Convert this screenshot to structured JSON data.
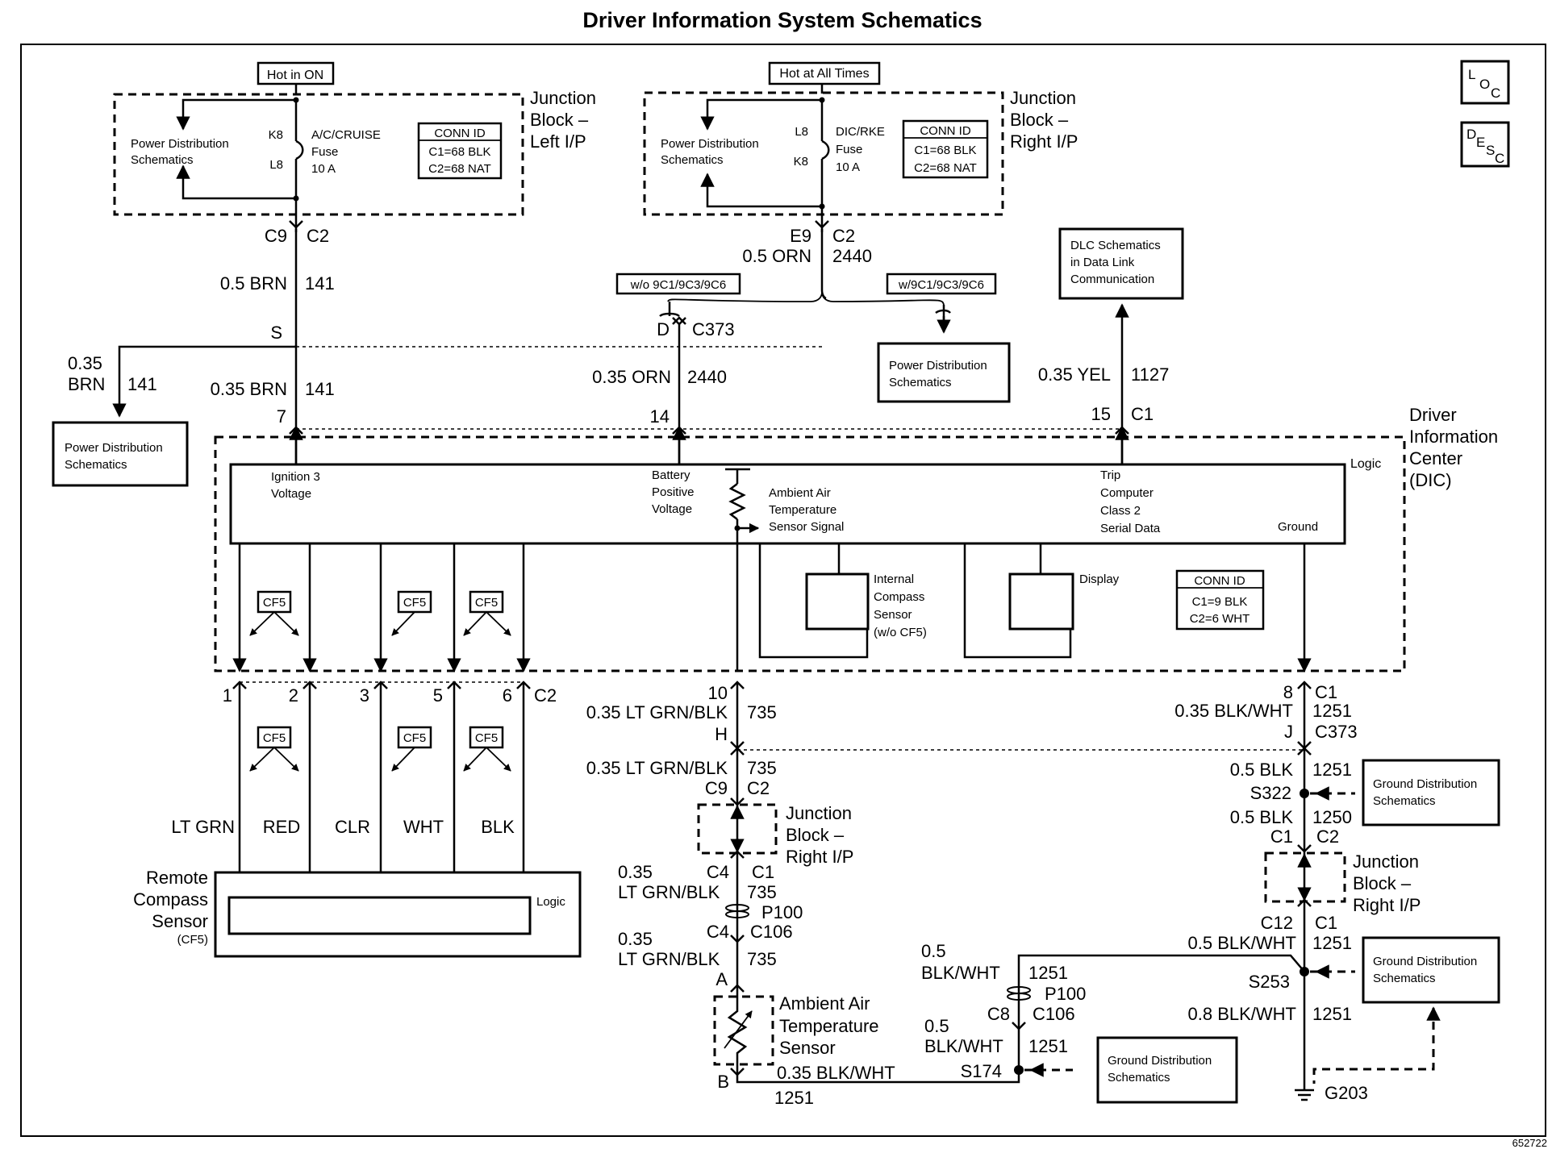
{
  "title": "Driver Information System Schematics",
  "figure_id": "652722",
  "side_buttons": {
    "loc": [
      "L",
      "O",
      "C"
    ],
    "desc": [
      "D",
      "E",
      "S",
      "C"
    ]
  },
  "junction_left": {
    "tag": "Hot in ON",
    "title": [
      "Junction",
      "Block –",
      "Left I/P"
    ],
    "pds": [
      "Power Distribution",
      "Schematics"
    ],
    "pin_top": "K8",
    "pin_bottom": "L8",
    "fuse": [
      "A/C/CRUISE",
      "Fuse",
      "10 A"
    ],
    "conn": [
      "CONN ID",
      "C1=68 BLK",
      "C2=68 NAT"
    ]
  },
  "junction_right": {
    "tag": "Hot at All Times",
    "title": [
      "Junction",
      "Block –",
      "Right I/P"
    ],
    "pds": [
      "Power Distribution",
      "Schematics"
    ],
    "pin_top": "L8",
    "pin_bottom": "K8",
    "fuse": [
      "DIC/RKE",
      "Fuse",
      "10 A"
    ],
    "conn": [
      "CONN ID",
      "C1=68 BLK",
      "C2=68 NAT"
    ]
  },
  "wire_141": {
    "conn": "C9",
    "conn2": "C2",
    "gauge": "0.5 BRN",
    "circuit": "141",
    "splice": "S",
    "branch_gauge": [
      "0.35",
      "BRN"
    ],
    "branch_circuit": "141",
    "gauge2": "0.35 BRN",
    "circuit2": "141",
    "pin": "7",
    "pds": [
      "Power Distribution",
      "Schematics"
    ]
  },
  "wire_2440": {
    "conn": "E9",
    "conn2": "C2",
    "gauge": "0.5 ORN",
    "circuit": "2440",
    "opt_without": "w/o 9C1/9C3/9C6",
    "opt_with": "w/9C1/9C3/9C6",
    "c373_pin": "D",
    "c373": "C373",
    "gauge2": "0.35 ORN",
    "circuit2": "2440",
    "pin": "14",
    "pds": [
      "Power Distribution",
      "Schematics"
    ]
  },
  "wire_1127": {
    "dlc": [
      "DLC Schematics",
      "in Data Link",
      "Communication"
    ],
    "gauge": "0.35 YEL",
    "circuit": "1127",
    "pin": "15",
    "conn": "C1"
  },
  "dic": {
    "title": [
      "Driver",
      "Information",
      "Center",
      "(DIC)"
    ],
    "logic": "Logic",
    "ign": [
      "Ignition 3",
      "Voltage"
    ],
    "batt": [
      "Battery",
      "Positive",
      "Voltage"
    ],
    "ambient": [
      "Ambient Air",
      "Temperature",
      "Sensor Signal"
    ],
    "trip": [
      "Trip",
      "Computer",
      "Class 2",
      "Serial Data"
    ],
    "ground": "Ground",
    "compass": [
      "Internal",
      "Compass",
      "Sensor",
      "(w/o CF5)"
    ],
    "display": "Display",
    "conn": [
      "CONN ID",
      "C1=9 BLK",
      "C2=6 WHT"
    ],
    "cf5": "CF5"
  },
  "compass_wires": {
    "pins": [
      "1",
      "2",
      "3",
      "5",
      "6"
    ],
    "conn": "C2",
    "colors": [
      "LT GRN",
      "RED",
      "CLR",
      "WHT",
      "BLK"
    ],
    "cf5": "CF5"
  },
  "remote_compass": {
    "title": [
      "Remote",
      "Compass",
      "Sensor"
    ],
    "cf5": "(CF5)",
    "logic": "Logic"
  },
  "wire_735": {
    "pin": "10",
    "gauge": "0.35 LT GRN/BLK",
    "circuit": "735",
    "c373_pin": "H",
    "gauge2": "0.35 LT GRN/BLK",
    "circuit2": "735",
    "conn": "C9",
    "conn2": "C2",
    "jb": [
      "Junction",
      "Block –",
      "Right I/P"
    ],
    "gauge3": [
      "0.35",
      "LT GRN/BLK"
    ],
    "c4": "C4",
    "c1": "C1",
    "circuit3": "735",
    "p100": "P100",
    "c4b": "C4",
    "c106": "C106",
    "gauge4": [
      "0.35",
      "LT GRN/BLK"
    ],
    "circuit4": "735",
    "pin_a": "A",
    "sensor": [
      "Ambient Air",
      "Temperature",
      "Sensor"
    ],
    "pin_b": "B",
    "gauge5": "0.35 BLK/WHT",
    "circuit5": "1251",
    "splice": "S174"
  },
  "wire_1251": {
    "pin": "8",
    "conn": "C1",
    "gauge": "0.35 BLK/WHT",
    "circuit": "1251",
    "c373_pin": "J",
    "c373": "C373",
    "gauge2": "0.5 BLK",
    "circuit2": "1251",
    "s322": "S322",
    "gauge3": "0.5 BLK",
    "circuit3": "1250",
    "c1": "C1",
    "c2": "C2",
    "jb": [
      "Junction",
      "Block –",
      "Right I/P"
    ],
    "c12": "C12",
    "c1b": "C1",
    "gauge4": "0.5 BLK/WHT",
    "circuit4": "1251",
    "s253": "S253",
    "gauge5": "0.8 BLK/WHT",
    "circuit5": "1251",
    "ground": "G203",
    "left_gauge": [
      "0.5",
      "BLK/WHT"
    ],
    "left_circuit": "1251",
    "p100": "P100",
    "c8": "C8",
    "c106": "C106",
    "left_gauge2": [
      "0.5",
      "BLK/WHT"
    ],
    "left_circuit2": "1251",
    "gds": [
      "Ground Distribution",
      "Schematics"
    ]
  }
}
